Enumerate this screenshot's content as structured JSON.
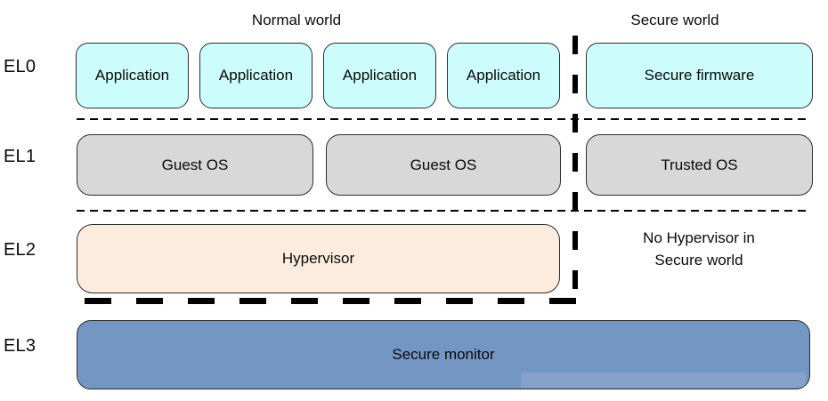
{
  "title_row": {
    "normal_world": "Normal world",
    "secure_world": "Secure world"
  },
  "exception_levels": [
    "EL0",
    "EL1",
    "EL2",
    "EL3"
  ],
  "el0": {
    "applications": [
      "Application",
      "Application",
      "Application",
      "Application"
    ],
    "secure_firmware": "Secure firmware"
  },
  "el1": {
    "guest_os_1": "Guest OS",
    "guest_os_2": "Guest OS",
    "trusted_os": "Trusted OS"
  },
  "el2": {
    "hypervisor": "Hypervisor",
    "note_line1": "No Hypervisor in",
    "note_line2": "Secure world"
  },
  "el3": {
    "secure_monitor": "Secure monitor"
  },
  "colors": {
    "application_fill": "#ccfcfc",
    "os_fill": "#d8d8d8",
    "hypervisor_fill": "#fcecdd",
    "monitor_fill": "#7496c3",
    "divider": "#000000"
  }
}
